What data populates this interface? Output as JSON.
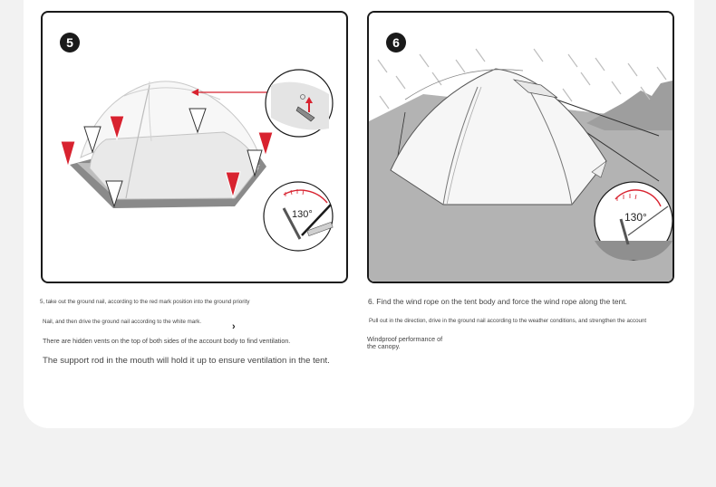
{
  "steps": [
    {
      "number": "5",
      "angle": "130°",
      "lines": [
        "5, take out the ground nail, according to the red mark position into the ground priority",
        "Nail, and then drive the ground nail according to the white mark.",
        "There are hidden vents on the top of both sides of the account body to find ventilation.",
        "The support rod in the mouth will hold it up to ensure ventilation in the tent."
      ]
    },
    {
      "number": "6",
      "angle": "130°",
      "lines": [
        "6. Find the wind rope on the tent body and force the wind rope along the tent.",
        "Pull out in the direction, drive in the ground nail according to the weather conditions, and strengthen the account",
        "Windproof performance of",
        "the canopy."
      ]
    }
  ],
  "icons": {
    "chevron": "chevron-right-icon"
  },
  "colors": {
    "page_bg": "#f2f2f2",
    "card_bg": "#ffffff",
    "accent_red": "#d8222f",
    "panel_border": "#1a1a1a",
    "ground_gray": "#b3b3b3"
  }
}
